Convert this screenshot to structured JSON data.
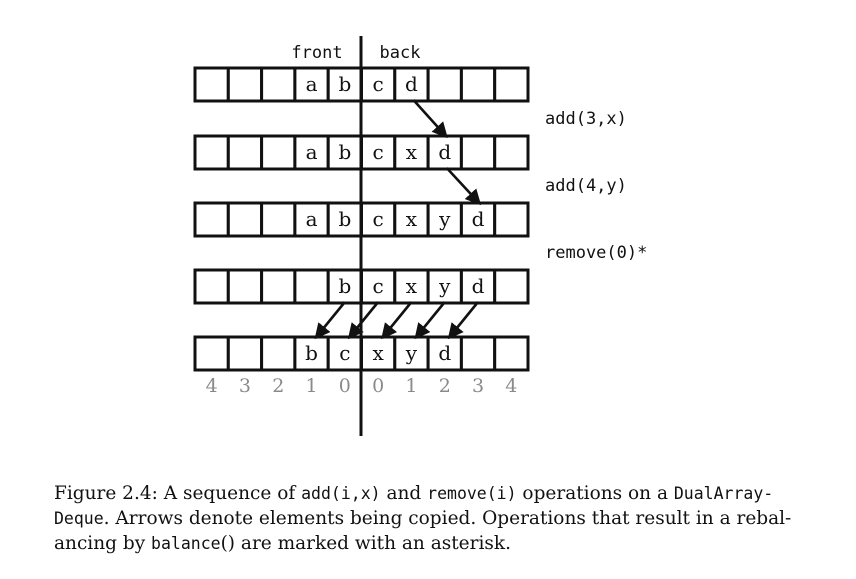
{
  "labels": {
    "front": "front",
    "back": "back"
  },
  "rows": [
    {
      "cells": [
        "",
        "",
        "",
        "a",
        "b",
        "c",
        "d",
        "",
        "",
        ""
      ]
    },
    {
      "cells": [
        "",
        "",
        "",
        "a",
        "b",
        "c",
        "x",
        "d",
        "",
        ""
      ]
    },
    {
      "cells": [
        "",
        "",
        "",
        "a",
        "b",
        "c",
        "x",
        "y",
        "d",
        ""
      ]
    },
    {
      "cells": [
        "",
        "",
        "",
        "",
        "b",
        "c",
        "x",
        "y",
        "d",
        ""
      ]
    },
    {
      "cells": [
        "",
        "",
        "",
        "b",
        "c",
        "x",
        "y",
        "d",
        "",
        ""
      ]
    }
  ],
  "operations": [
    {
      "text": "add(3,x)"
    },
    {
      "text": "add(4,y)"
    },
    {
      "text": "remove(0)*"
    }
  ],
  "indices": [
    "4",
    "3",
    "2",
    "1",
    "0",
    "0",
    "1",
    "2",
    "3",
    "4"
  ],
  "caption": {
    "figure": "Figure 2.4:",
    "t1": " A sequence of ",
    "c1": "add(i,x)",
    "t2": " and ",
    "c2": "remove(i)",
    "t3": " operations on a ",
    "c3": "DualArray-",
    "c4": "Deque",
    "t4": ". Arrows denote elements being copied. Operations that result in a rebal-",
    "t5": "ancing by ",
    "c5": "balance",
    "t6": "() are marked with an asterisk."
  }
}
